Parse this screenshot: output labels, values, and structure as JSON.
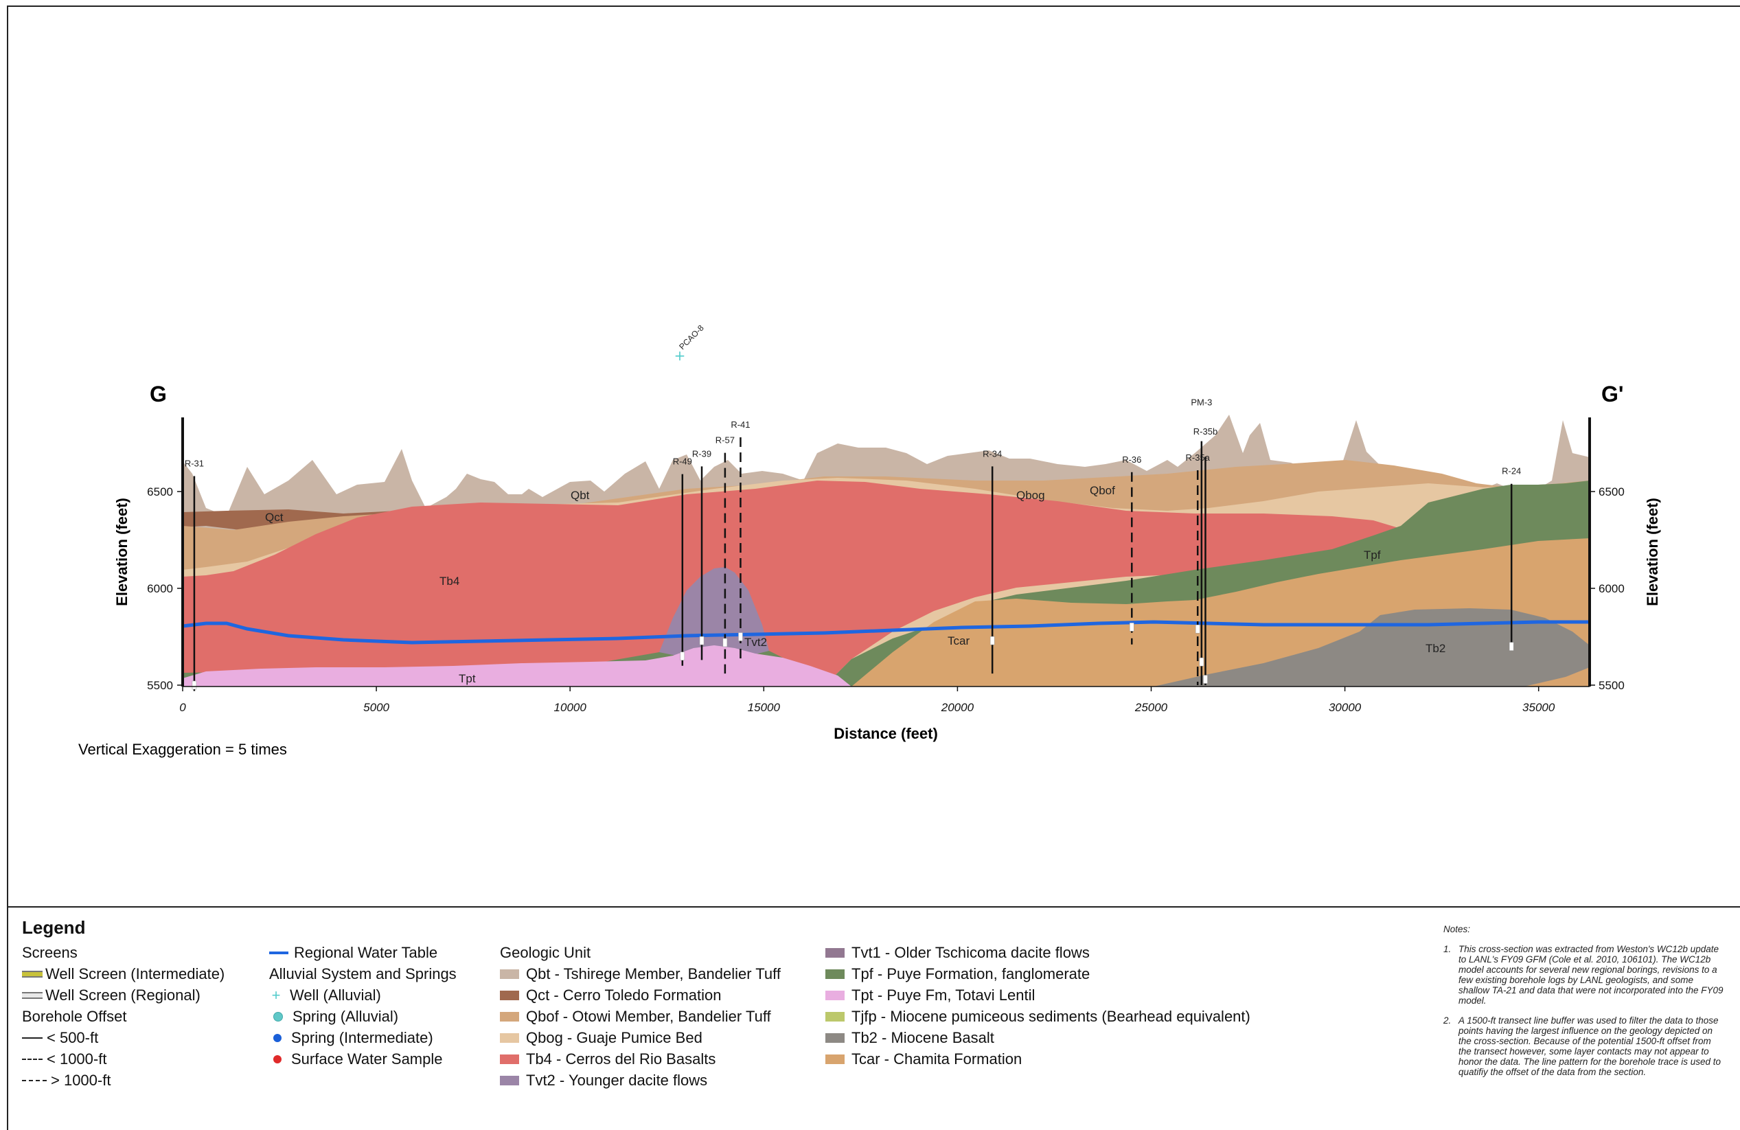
{
  "section": {
    "left_label": "G",
    "right_label": "G'",
    "y_axis_label": "Elevation (feet)",
    "x_axis_label": "Distance (feet)",
    "x_ticks": [
      "0",
      "5000",
      "10000",
      "15000",
      "20000",
      "25000",
      "30000",
      "35000"
    ],
    "y_ticks": [
      "6500",
      "6000",
      "5500"
    ],
    "exaggeration_note": "Vertical Exaggeration = 5 times",
    "offsection_well": "PCAO-8",
    "wells": [
      {
        "label": "R-31",
        "distance": 300,
        "top_elev": 6580,
        "bottom_elev": 5470,
        "offset": "solid",
        "screen_elev": 5500
      },
      {
        "label": "R-49",
        "distance": 12900,
        "top_elev": 6590,
        "bottom_elev": 5600,
        "offset": "solid",
        "screen_elev": 5650
      },
      {
        "label": "R-39",
        "distance": 13400,
        "top_elev": 6630,
        "bottom_elev": 5630,
        "offset": "solid",
        "screen_elev": 5730
      },
      {
        "label": "R-57",
        "distance": 14000,
        "top_elev": 6700,
        "bottom_elev": 5560,
        "offset": "long-dash",
        "screen_elev": 5720
      },
      {
        "label": "R-41",
        "distance": 14400,
        "top_elev": 6780,
        "bottom_elev": 5630,
        "offset": "long-dash",
        "screen_elev": 5750
      },
      {
        "label": "R-34",
        "distance": 20900,
        "top_elev": 6630,
        "bottom_elev": 5560,
        "offset": "solid",
        "screen_elev": 5730
      },
      {
        "label": "R-36",
        "distance": 24500,
        "top_elev": 6600,
        "bottom_elev": 5710,
        "offset": "long-dash",
        "screen_elev": 5800
      },
      {
        "label": "R-35a",
        "distance": 26200,
        "top_elev": 6610,
        "bottom_elev": 5500,
        "offset": "long-dash",
        "screen_elev": 5790
      },
      {
        "label": "R-35b",
        "distance": 26400,
        "top_elev": 6680,
        "bottom_elev": 5500,
        "offset": "solid",
        "screen_elev": 5530
      },
      {
        "label": "PM-3",
        "distance": 26300,
        "top_elev": 6760,
        "bottom_elev": 5500,
        "offset": "solid",
        "screen_elev": 5620
      },
      {
        "label": "R-24",
        "distance": 34300,
        "top_elev": 6540,
        "bottom_elev": 5680,
        "offset": "solid",
        "screen_elev": 5700
      }
    ],
    "unit_labels": {
      "Qct": "Qct",
      "Qbt": "Qbt",
      "Tb4": "Tb4",
      "Tpt": "Tpt",
      "Tvt2": "Tvt2",
      "Tcar": "Tcar",
      "Qbog": "Qbog",
      "Qbof": "Qbof",
      "Tpf": "Tpf",
      "Tb2": "Tb2"
    }
  },
  "colors": {
    "Qbt": "#c9b5a6",
    "Qct": "#a0694e",
    "Qbof": "#d4a77c",
    "Qbog": "#e6c7a2",
    "Tb4": "#e06e6a",
    "Tvt2": "#9b85a7",
    "Tvt1": "#927891",
    "Tpf": "#6e8a5c",
    "Tpt": "#e9aee0",
    "Tjfp": "#bcc86b",
    "Tb2": "#8d8984",
    "Tcar": "#d8a46e",
    "water_table": "#1f66e0",
    "well_intermediate": "#b8b43c",
    "well_regional": "#b0b0b0",
    "spring_alluvial": "#60c8c8",
    "spring_intermediate": "#1a5fd8",
    "surface_water": "#e02a2a"
  },
  "legend": {
    "title": "Legend",
    "screens_heading": "Screens",
    "screen_intermediate": "Well Screen (Intermediate)",
    "screen_regional": "Well Screen (Regional)",
    "offset_heading": "Borehole Offset",
    "offset_500": "< 500-ft",
    "offset_1000": "< 1000-ft",
    "offset_more": "> 1000-ft",
    "water_table": "Regional Water Table",
    "alluvial_heading": "Alluvial System and Springs",
    "well_alluvial": "Well (Alluvial)",
    "spring_alluvial": "Spring (Alluvial)",
    "spring_intermediate": "Spring (Intermediate)",
    "surface_water": "Surface Water Sample",
    "geologic_heading": "Geologic Unit",
    "units_col1": [
      {
        "key": "Qbt",
        "label": "Qbt - Tshirege Member, Bandelier Tuff"
      },
      {
        "key": "Qct",
        "label": "Qct - Cerro Toledo Formation"
      },
      {
        "key": "Qbof",
        "label": "Qbof - Otowi Member, Bandelier Tuff"
      },
      {
        "key": "Qbog",
        "label": "Qbog - Guaje Pumice Bed"
      },
      {
        "key": "Tb4",
        "label": "Tb4 - Cerros del Rio Basalts"
      },
      {
        "key": "Tvt2",
        "label": "Tvt2 - Younger dacite flows"
      }
    ],
    "units_col2": [
      {
        "key": "Tvt1",
        "label": "Tvt1 - Older Tschicoma dacite flows"
      },
      {
        "key": "Tpf",
        "label": "Tpf - Puye Formation, fanglomerate"
      },
      {
        "key": "Tpt",
        "label": "Tpt - Puye Fm, Totavi Lentil"
      },
      {
        "key": "Tjfp",
        "label": "Tjfp - Miocene pumiceous sediments (Bearhead equivalent)"
      },
      {
        "key": "Tb2",
        "label": "Tb2 - Miocene Basalt"
      },
      {
        "key": "Tcar",
        "label": "Tcar - Chamita Formation"
      }
    ]
  },
  "notes": {
    "heading": "Notes:",
    "items": [
      {
        "num": "1.",
        "text": "This cross-section was extracted from Weston's WC12b update to LANL's FY09 GFM (Cole et al. 2010, 106101). The WC12b model accounts for several new regional borings, revisions to a few existing borehole logs by LANL geologists, and some shallow TA-21 and data that were not incorporated into the FY09 model."
      },
      {
        "num": "2.",
        "text": "A 1500-ft transect line buffer was used to filter the data to those points having the largest influence on the geology depicted on the cross-section.  Because of the potential 1500-ft offset from the transect however, some layer contacts may not appear to honor the data.  The line pattern for the borehole trace is used to quatifiy the offset of the data from the section."
      }
    ]
  }
}
